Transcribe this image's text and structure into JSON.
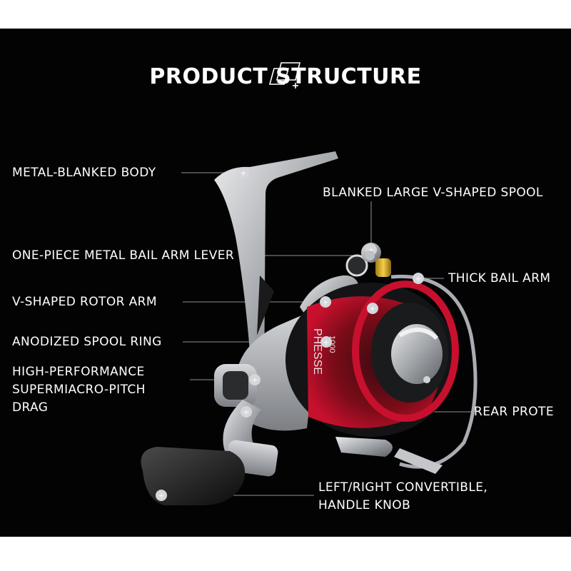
{
  "title": "PRODUCT STRUCTURE",
  "icon": "overlapping-squares-plus-icon",
  "colors": {
    "background": "#030303",
    "text": "#ffffff",
    "spool_accent": "#c8102e",
    "frame": "#b9bcc0"
  },
  "labels": {
    "metal_body": "METAL-BLANKED BODY",
    "v_spool": "BLANKED LARGE V-SHAPED SPOOL",
    "bail_lever": "ONE-PIECE METAL BAIL ARM LEVER",
    "thick_bail": "THICK BAIL ARM",
    "rotor_arm": "V-SHAPED ROTOR ARM",
    "spool_ring": "ANODIZED SPOOL RING",
    "drag_line1": "HIGH-PERFORMANCE",
    "drag_line2": "SUPERMIACRO-PITCH",
    "drag_line3": "DRAG",
    "rear_protect": "REAR PROTE",
    "knob_line1": "LEFT/RIGHT CONVERTIBLE,",
    "knob_line2": "HANDLE KNOB"
  },
  "spool_text": {
    "brand": "PHESSE",
    "model": "1000"
  }
}
